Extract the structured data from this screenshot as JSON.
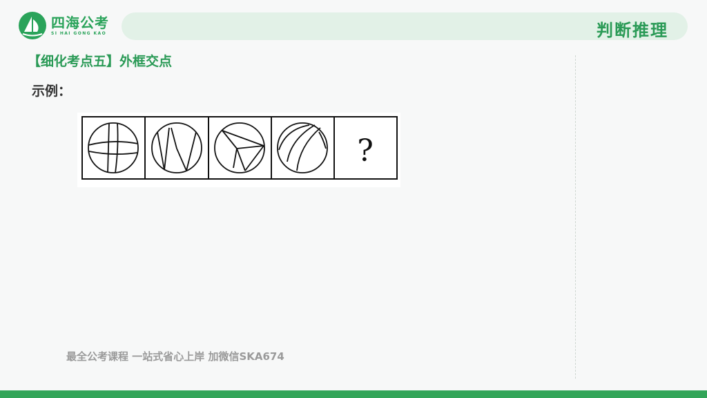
{
  "brand": {
    "name_cn": "四海公考",
    "name_en": "SI HAI GONG KAO",
    "color": "#2aa35a"
  },
  "header": {
    "subject": "判断推理"
  },
  "section": {
    "title": "【细化考点五】外框交点",
    "example_label": "示例："
  },
  "puzzle": {
    "cells": [
      {
        "type": "figure",
        "icon": "circle-with-crossing-lines-icon"
      },
      {
        "type": "figure",
        "icon": "circle-with-w-shape-icon"
      },
      {
        "type": "figure",
        "icon": "circle-with-triangle-arrow-icon"
      },
      {
        "type": "figure",
        "icon": "circle-with-arc-lines-icon"
      },
      {
        "type": "question",
        "text": "?"
      }
    ]
  },
  "footer": {
    "ad_text": "最全公考课程 一站式省心上岸 加微信SKA674"
  }
}
